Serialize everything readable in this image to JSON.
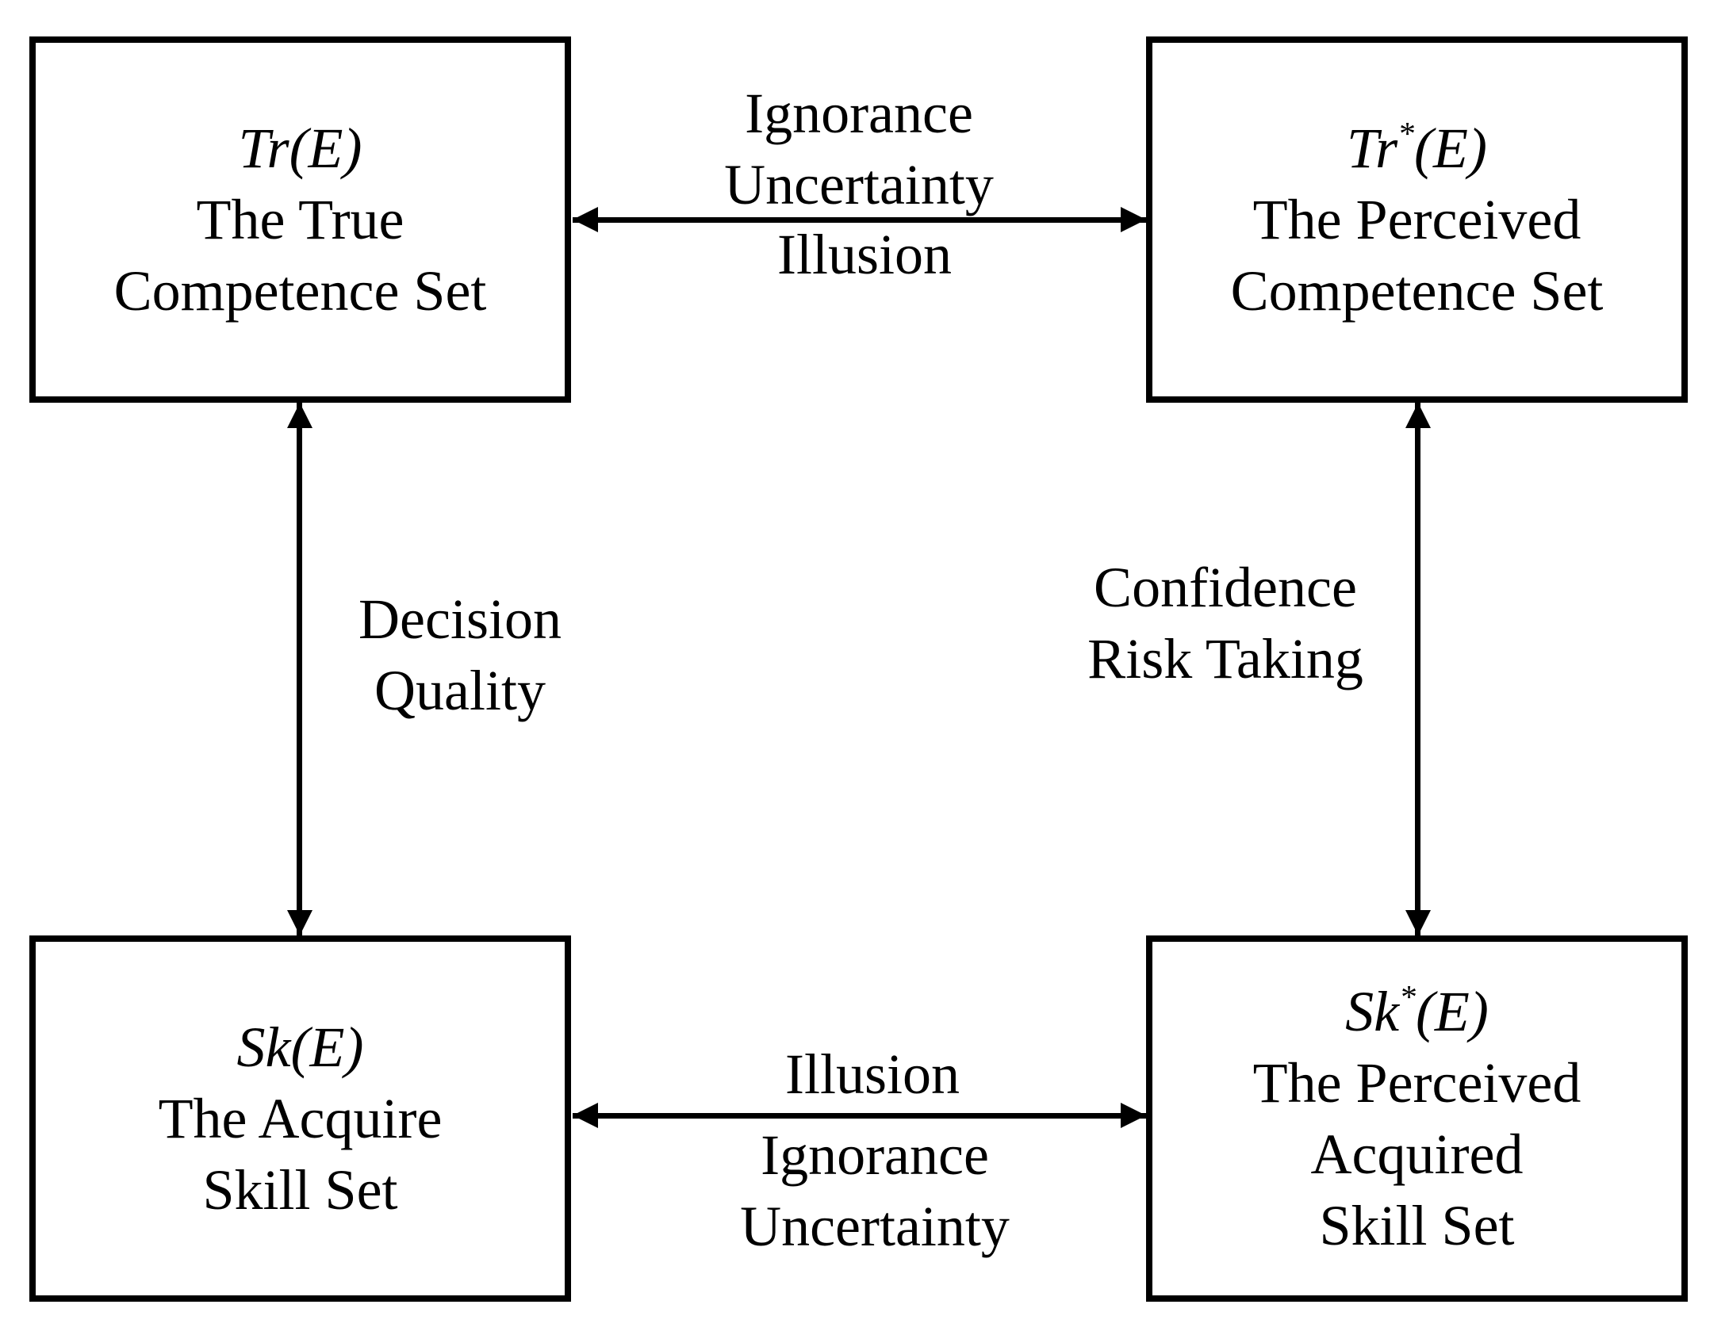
{
  "diagram": {
    "boxes": {
      "top_left": {
        "symbol_base": "Tr",
        "symbol_sup": "",
        "symbol_args": "(E)",
        "lines": [
          "The True",
          "Competence Set"
        ]
      },
      "top_right": {
        "symbol_base": "Tr",
        "symbol_sup": "*",
        "symbol_args": "(E)",
        "lines": [
          "The Perceived",
          "Competence Set"
        ]
      },
      "bottom_left": {
        "symbol_base": "Sk",
        "symbol_sup": "",
        "symbol_args": "(E)",
        "lines": [
          "The Acquire",
          "Skill Set"
        ]
      },
      "bottom_right": {
        "symbol_base": "Sk",
        "symbol_sup": "*",
        "symbol_args": "(E)",
        "lines": [
          "The Perceived",
          "Acquired",
          "Skill Set"
        ]
      }
    },
    "edges": {
      "top": {
        "labels_above": [
          "Ignorance",
          "Uncertainty"
        ],
        "labels_below": [
          "Illusion"
        ]
      },
      "bottom": {
        "labels_above": [
          "Illusion"
        ],
        "labels_below": [
          "Ignorance",
          "Uncertainty"
        ]
      },
      "left": {
        "labels": [
          "Decision",
          "Quality"
        ]
      },
      "right": {
        "labels": [
          "Confidence",
          "Risk Taking"
        ]
      }
    },
    "colors": {
      "line": "#000000",
      "background": "#ffffff",
      "text": "#000000"
    }
  }
}
